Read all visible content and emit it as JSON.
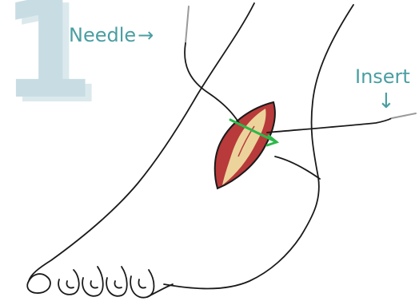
{
  "step": {
    "number": "1"
  },
  "callouts": {
    "needle": {
      "label": "Needle",
      "arrow": "→"
    },
    "insert": {
      "label": "Insert",
      "arrow": "↓"
    }
  },
  "colors": {
    "step_number": "#c8dde3",
    "callout_text": "#4a9ea2",
    "wound_outer": "#b83a3a",
    "wound_inner": "#ecd39b",
    "suture": "#2eb84a",
    "line": "#1a1a1a"
  }
}
